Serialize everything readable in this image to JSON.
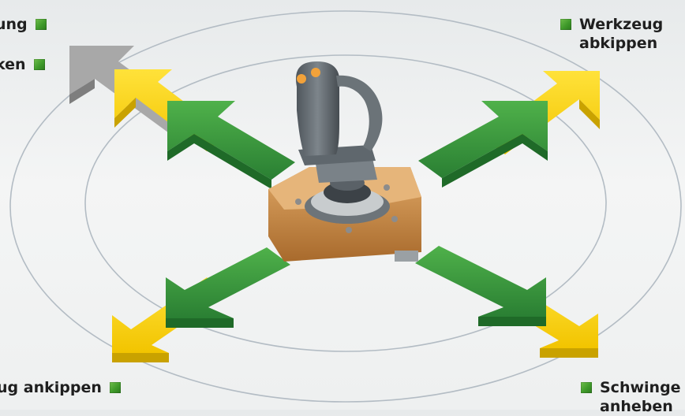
{
  "labels": {
    "top_left_1": "ung",
    "top_left_2": "ken",
    "top_right_1": "Werkzeug",
    "top_right_2": "abkippen",
    "bottom_left": "ug ankippen",
    "bottom_right_1": "Schwinge",
    "bottom_right_2": "anheben"
  },
  "colors": {
    "green_arrow": "#2f8f3a",
    "yellow_arrow": "#f5d20a",
    "grey_arrow": "#9a9a9a",
    "console_orange": "#c98a44",
    "ring_stroke": "#b3bcc4"
  }
}
